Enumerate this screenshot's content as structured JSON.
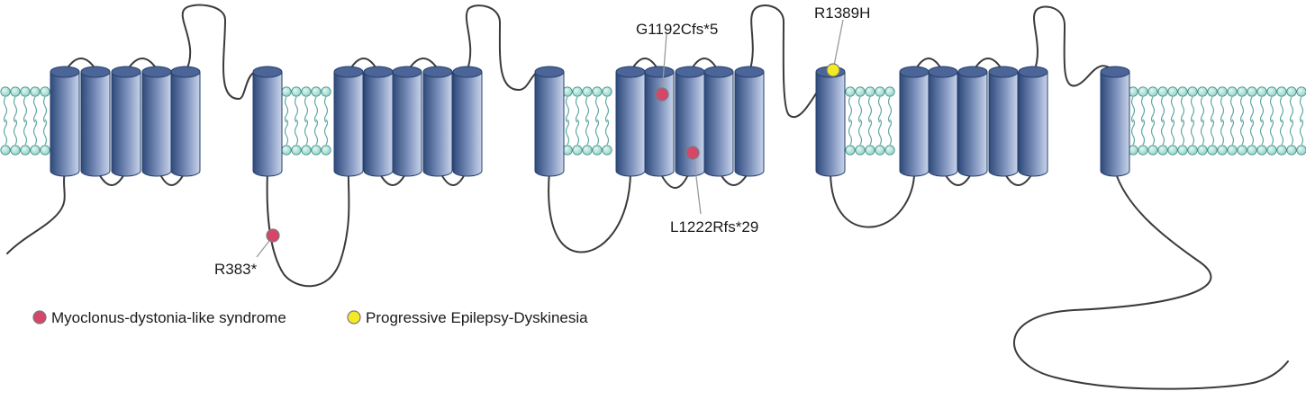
{
  "colors": {
    "helix_dark": "#2e4a7a",
    "helix_light": "#c9d4ea",
    "membrane_bead": "#8fd3c7",
    "membrane_tail": "#5fa8a1",
    "chain": "#3b3b3b",
    "myoclonus": "#d6466a",
    "epilepsy": "#f4ea24"
  },
  "mutations": [
    {
      "label": "G1192Cfs*5",
      "category": "myoclonus"
    },
    {
      "label": "R1389H",
      "category": "epilepsy"
    },
    {
      "label": "L1222Rfs*29",
      "category": "myoclonus"
    },
    {
      "label": "R383*",
      "category": "myoclonus"
    }
  ],
  "legend": [
    {
      "category": "myoclonus",
      "label": "Myoclonus-dystonia-like syndrome"
    },
    {
      "category": "epilepsy",
      "label": "Progressive Epilepsy-Dyskinesia"
    }
  ]
}
